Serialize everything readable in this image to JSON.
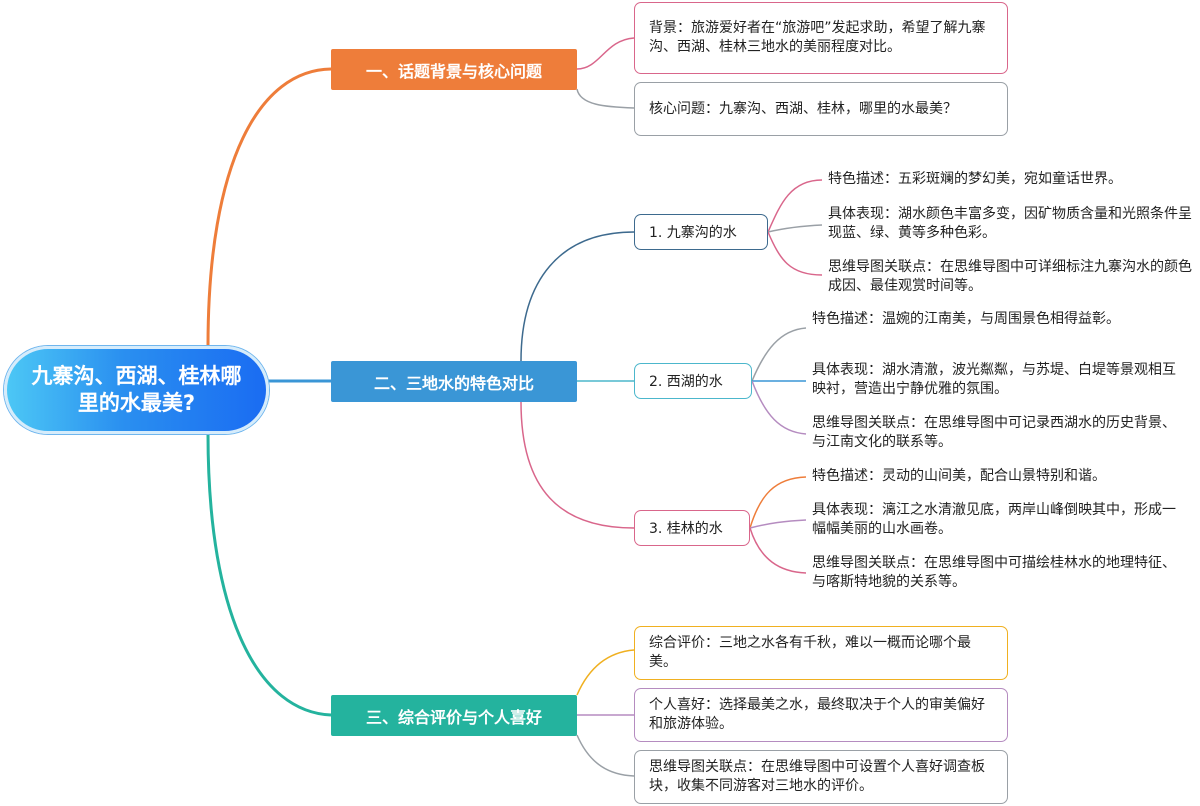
{
  "root": {
    "title": "九寨沟、西湖、桂林哪里的水最美?"
  },
  "branches": [
    {
      "label": "一、话题背景与核心问题",
      "color": "#ee7d3a",
      "items": [
        {
          "text": "背景：旅游爱好者在“旅游吧”发起求助，希望了解九寨沟、西湖、桂林三地水的美丽程度对比。",
          "border": "#d9668b"
        },
        {
          "text": "核心问题：九寨沟、西湖、桂林，哪里的水最美？",
          "border": "#9aa0a6"
        }
      ]
    },
    {
      "label": "二、三地水的特色对比",
      "color": "#3a96d6",
      "subs": [
        {
          "label": "1. 九寨沟的水",
          "border": "#3d6a8e",
          "leaves": [
            "特色描述：五彩斑斓的梦幻美，宛如童话世界。",
            "具体表现：湖水颜色丰富多变，因矿物质含量和光照条件呈现蓝、绿、黄等多种色彩。",
            "思维导图关联点：在思维导图中可详细标注九寨沟水的颜色成因、最佳观赏时间等。"
          ]
        },
        {
          "label": "2. 西湖的水",
          "border": "#4cb7cc",
          "leaves": [
            "特色描述：温婉的江南美，与周围景色相得益彰。",
            "具体表现：湖水清澈，波光粼粼，与苏堤、白堤等景观相互映衬，营造出宁静优雅的氛围。",
            "思维导图关联点：在思维导图中可记录西湖水的历史背景、与江南文化的联系等。"
          ]
        },
        {
          "label": "3. 桂林的水",
          "border": "#d9668b",
          "leaves": [
            "特色描述：灵动的山间美，配合山景特别和谐。",
            "具体表现：漓江之水清澈见底，两岸山峰倒映其中，形成一幅幅美丽的山水画卷。",
            "思维导图关联点：在思维导图中可描绘桂林水的地理特征、与喀斯特地貌的关系等。"
          ]
        }
      ]
    },
    {
      "label": "三、综合评价与个人喜好",
      "color": "#24b39e",
      "items": [
        {
          "text": "综合评价：三地之水各有千秋，难以一概而论哪个最美。",
          "border": "#f0b020"
        },
        {
          "text": "个人喜好：选择最美之水，最终取决于个人的审美偏好和旅游体验。",
          "border": "#b58cc0"
        },
        {
          "text": "思维导图关联点：在思维导图中可设置个人喜好调查板块，收集不同游客对三地水的评价。",
          "border": "#9aa0a6"
        }
      ]
    }
  ]
}
